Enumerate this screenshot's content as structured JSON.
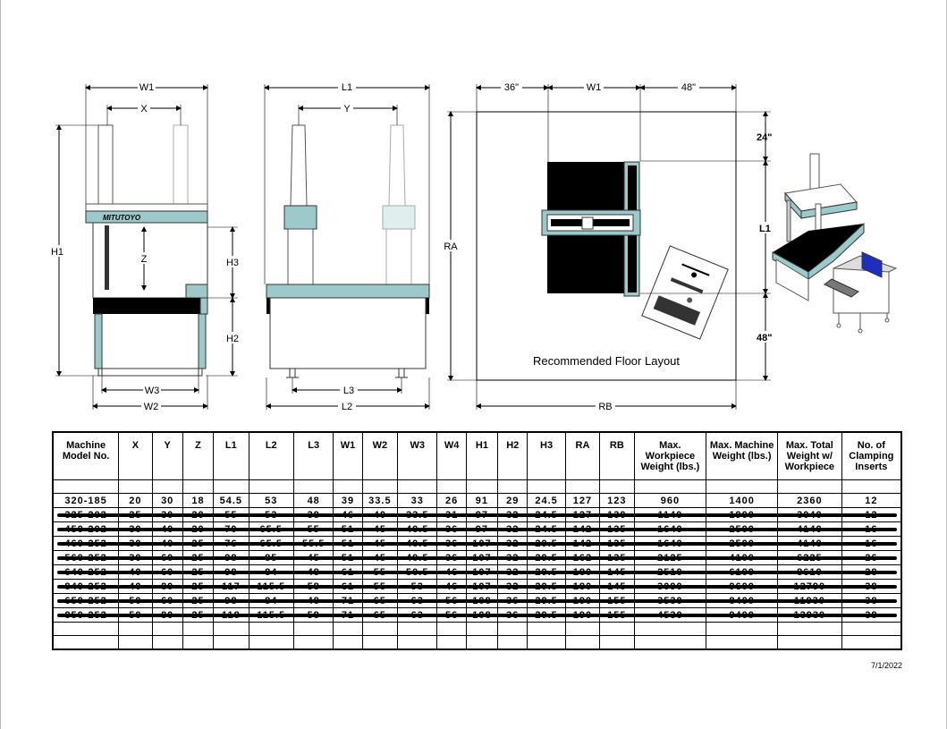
{
  "drawing": {
    "front_view": {
      "w1": "W1",
      "x": "X",
      "z": "Z",
      "h1": "H1",
      "h3": "H3",
      "h2": "H2",
      "w3": "W3",
      "w2": "W2",
      "logo": "MITUTOYO"
    },
    "side_view": {
      "l1": "L1",
      "y": "Y",
      "l3": "L3",
      "l2": "L2"
    },
    "floor_layout": {
      "top_left": "36\"",
      "top_mid": "W1",
      "top_right": "48\"",
      "ra": "RA",
      "rb": "RB",
      "right_top": "24\"",
      "right_mid": "L1",
      "right_bottom": "48\"",
      "caption": "Recommended Floor Layout"
    }
  },
  "table": {
    "headers": [
      "Machine Model No.",
      "X",
      "Y",
      "Z",
      "L1",
      "L2",
      "L3",
      "W1",
      "W2",
      "W3",
      "W4",
      "H1",
      "H2",
      "H3",
      "RA",
      "RB",
      "Max. Workpiece Weight (lbs.)",
      "Max. Machine Weight (lbs.)",
      "Max. Total Weight w/ Workpiece",
      "No. of Clamping Inserts"
    ],
    "rows": [
      [
        "320-185",
        "20",
        "30",
        "18",
        "54.5",
        "53",
        "48",
        "39",
        "33.5",
        "33",
        "26",
        "91",
        "29",
        "24.5",
        "127",
        "123",
        "960",
        "1400",
        "2360",
        "12"
      ],
      [
        "325-202",
        "25",
        "30",
        "20",
        "55",
        "53",
        "38",
        "46",
        "40",
        "33.5",
        "31",
        "97",
        "32",
        "24.5",
        "127",
        "130",
        "1140",
        "1900",
        "3040",
        "12"
      ],
      [
        "450-202",
        "30",
        "40",
        "20",
        "70",
        "65.5",
        "55",
        "51",
        "45",
        "40.5",
        "36",
        "97",
        "32",
        "24.5",
        "142",
        "135",
        "1640",
        "2500",
        "4140",
        "16"
      ],
      [
        "460-252",
        "30",
        "40",
        "25",
        "76",
        "65.5",
        "55.5",
        "51",
        "45",
        "40.5",
        "36",
        "107",
        "32",
        "29.5",
        "142",
        "135",
        "1640",
        "2500",
        "4140",
        "16"
      ],
      [
        "560-252",
        "30",
        "60",
        "25",
        "98",
        "85",
        "45",
        "51",
        "45",
        "40.5",
        "36",
        "107",
        "32",
        "29.5",
        "162",
        "135",
        "2125",
        "4100",
        "6225",
        "26"
      ],
      [
        "640-252",
        "40",
        "60",
        "25",
        "98",
        "84",
        "48",
        "61",
        "55",
        "50.5",
        "46",
        "107",
        "32",
        "29.5",
        "180",
        "145",
        "2510",
        "6100",
        "8610",
        "28"
      ],
      [
        "840-252",
        "40",
        "80",
        "25",
        "117",
        "115.5",
        "58",
        "61",
        "55",
        "53",
        "46",
        "107",
        "32",
        "29.5",
        "180",
        "145",
        "3090",
        "9600",
        "12790",
        "38"
      ],
      [
        "650-252",
        "50",
        "60",
        "25",
        "98",
        "84",
        "48",
        "71",
        "65",
        "63",
        "56",
        "108",
        "36",
        "29.5",
        "190",
        "155",
        "3530",
        "8400",
        "11930",
        "38"
      ],
      [
        "850-252",
        "50",
        "80",
        "25",
        "118",
        "115.5",
        "58",
        "71",
        "65",
        "63",
        "56",
        "108",
        "36",
        "29.5",
        "190",
        "155",
        "4530",
        "9400",
        "13930",
        "38"
      ]
    ]
  },
  "date": "7/1/2022"
}
